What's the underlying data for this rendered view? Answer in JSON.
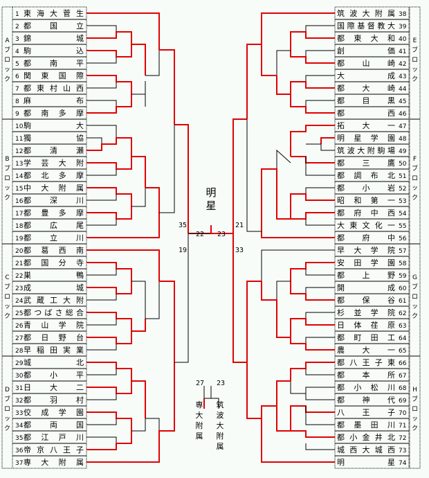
{
  "champion": "明星",
  "final": {
    "left_score": "22",
    "right_score": "23",
    "left_semi_scores": [
      "35",
      "19"
    ],
    "right_semi_scores": [
      "21",
      "33"
    ]
  },
  "left_blocks": [
    {
      "label": "Aブロック",
      "teams": [
        {
          "no": "1",
          "name": "東海大菅生"
        },
        {
          "no": "2",
          "name": "都国立"
        },
        {
          "no": "3",
          "name": "錦城"
        },
        {
          "no": "4",
          "name": "駒込"
        },
        {
          "no": "5",
          "name": "都南平"
        },
        {
          "no": "6",
          "name": "関東国際"
        },
        {
          "no": "7",
          "name": "都東村山西"
        },
        {
          "no": "8",
          "name": "麻布"
        },
        {
          "no": "9",
          "name": "都南多摩"
        }
      ]
    },
    {
      "label": "Bブロック",
      "teams": [
        {
          "no": "10",
          "name": "駒大"
        },
        {
          "no": "11",
          "name": "獨協"
        },
        {
          "no": "12",
          "name": "都清瀬"
        },
        {
          "no": "13",
          "name": "学芸大附"
        },
        {
          "no": "14",
          "name": "都北多摩"
        },
        {
          "no": "15",
          "name": "中大附属"
        },
        {
          "no": "16",
          "name": "都深川"
        },
        {
          "no": "17",
          "name": "都豊多摩"
        },
        {
          "no": "18",
          "name": "都広尾"
        },
        {
          "no": "19",
          "name": "都立川"
        }
      ]
    },
    {
      "label": "Cブロック",
      "teams": [
        {
          "no": "20",
          "name": "都葛西南"
        },
        {
          "no": "21",
          "name": "都国分寺"
        },
        {
          "no": "22",
          "name": "巣鴨"
        },
        {
          "no": "23",
          "name": "成城"
        },
        {
          "no": "24",
          "name": "武蔵工大附"
        },
        {
          "no": "25",
          "name": "都つばさ総合"
        },
        {
          "no": "26",
          "name": "青山学院"
        },
        {
          "no": "27",
          "name": "都日野台"
        },
        {
          "no": "28",
          "name": "早稲田実業"
        }
      ]
    },
    {
      "label": "Dブロック",
      "teams": [
        {
          "no": "29",
          "name": "城北"
        },
        {
          "no": "30",
          "name": "都小平"
        },
        {
          "no": "31",
          "name": "日大二"
        },
        {
          "no": "32",
          "name": "都羽村"
        },
        {
          "no": "33",
          "name": "佼成学園"
        },
        {
          "no": "34",
          "name": "都両国"
        },
        {
          "no": "35",
          "name": "都江戸川"
        },
        {
          "no": "36",
          "name": "帝京八王子"
        },
        {
          "no": "37",
          "name": "専大附属"
        }
      ]
    }
  ],
  "right_blocks": [
    {
      "label": "Eブロック",
      "teams": [
        {
          "no": "38",
          "name": "筑波大附属"
        },
        {
          "no": "39",
          "name": "国際基督教大"
        },
        {
          "no": "40",
          "name": "都東大和"
        },
        {
          "no": "41",
          "name": "創価"
        },
        {
          "no": "42",
          "name": "都山崎"
        },
        {
          "no": "43",
          "name": "大成"
        },
        {
          "no": "44",
          "name": "都大崎"
        },
        {
          "no": "45",
          "name": "都目黒"
        },
        {
          "no": "46",
          "name": "都西"
        }
      ]
    },
    {
      "label": "Fブロック",
      "teams": [
        {
          "no": "47",
          "name": "拓大一"
        },
        {
          "no": "48",
          "name": "明星学園"
        },
        {
          "no": "49",
          "name": "筑波大附駒場"
        },
        {
          "no": "50",
          "name": "都三鷹"
        },
        {
          "no": "51",
          "name": "都調布北"
        },
        {
          "no": "52",
          "name": "都小岩"
        },
        {
          "no": "53",
          "name": "昭和第一"
        },
        {
          "no": "54",
          "name": "都府中西"
        },
        {
          "no": "55",
          "name": "大東文化一"
        },
        {
          "no": "56",
          "name": "都府中"
        }
      ]
    },
    {
      "label": "Gブロック",
      "teams": [
        {
          "no": "57",
          "name": "早大学院"
        },
        {
          "no": "58",
          "name": "安田学園"
        },
        {
          "no": "59",
          "name": "都上野"
        },
        {
          "no": "60",
          "name": "開成"
        },
        {
          "no": "61",
          "name": "都保谷"
        },
        {
          "no": "62",
          "name": "杉並学院"
        },
        {
          "no": "63",
          "name": "日体荏原"
        },
        {
          "no": "64",
          "name": "都町田工"
        },
        {
          "no": "65",
          "name": "農大一"
        }
      ]
    },
    {
      "label": "Hブロック",
      "teams": [
        {
          "no": "66",
          "name": "都八王子東"
        },
        {
          "no": "67",
          "name": "都本所"
        },
        {
          "no": "68",
          "name": "都小松川"
        },
        {
          "no": "69",
          "name": "都神代"
        },
        {
          "no": "70",
          "name": "八王子"
        },
        {
          "no": "71",
          "name": "都墨田川"
        },
        {
          "no": "72",
          "name": "都小金井北"
        },
        {
          "no": "73",
          "name": "城西大城西"
        },
        {
          "no": "74",
          "name": "明星"
        }
      ]
    }
  ],
  "third_place": {
    "left_team": "専大附属",
    "right_team": "筑波大附属",
    "left_score": "27",
    "right_score": "23"
  },
  "colors": {
    "winner_line": "#e00000",
    "loser_line": "#000000",
    "background": "#f7fcf9"
  }
}
